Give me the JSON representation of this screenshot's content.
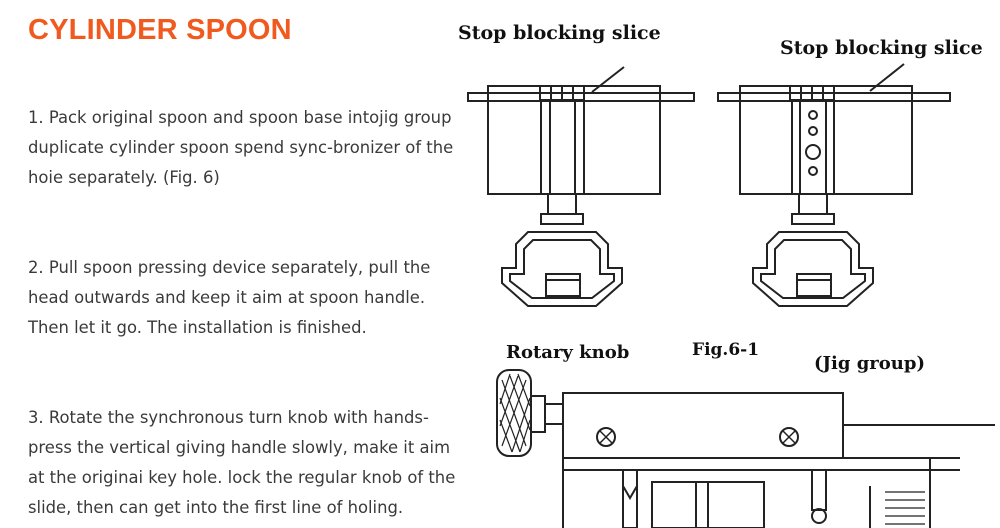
{
  "page": {
    "title": "CYLINDER SPOON",
    "accent_color": "#f05a1e"
  },
  "steps": [
    {
      "text": "1. Pack original spoon and spoon base intojig group duplicate cylinder spoon spend sync-bronizer of the hoie separately. (Fig. 6)"
    },
    {
      "text": "2. Pull spoon pressing device separately, pull the head outwards and keep it aim at spoon handle. Then let it go. The installation is finished."
    },
    {
      "text": "3. Rotate the synchronous turn knob with hands-press the vertical giving handle slowly, make it aim at the originai key hole. lock the regular knob of the slide, then can get into the first line of holing."
    }
  ],
  "figure": {
    "left_label": "Stop blocking slice",
    "right_label": "Stop blocking slice",
    "knob_label": "Rotary knob",
    "caption": "Fig.6-1",
    "group_label": "(Jig group)"
  }
}
